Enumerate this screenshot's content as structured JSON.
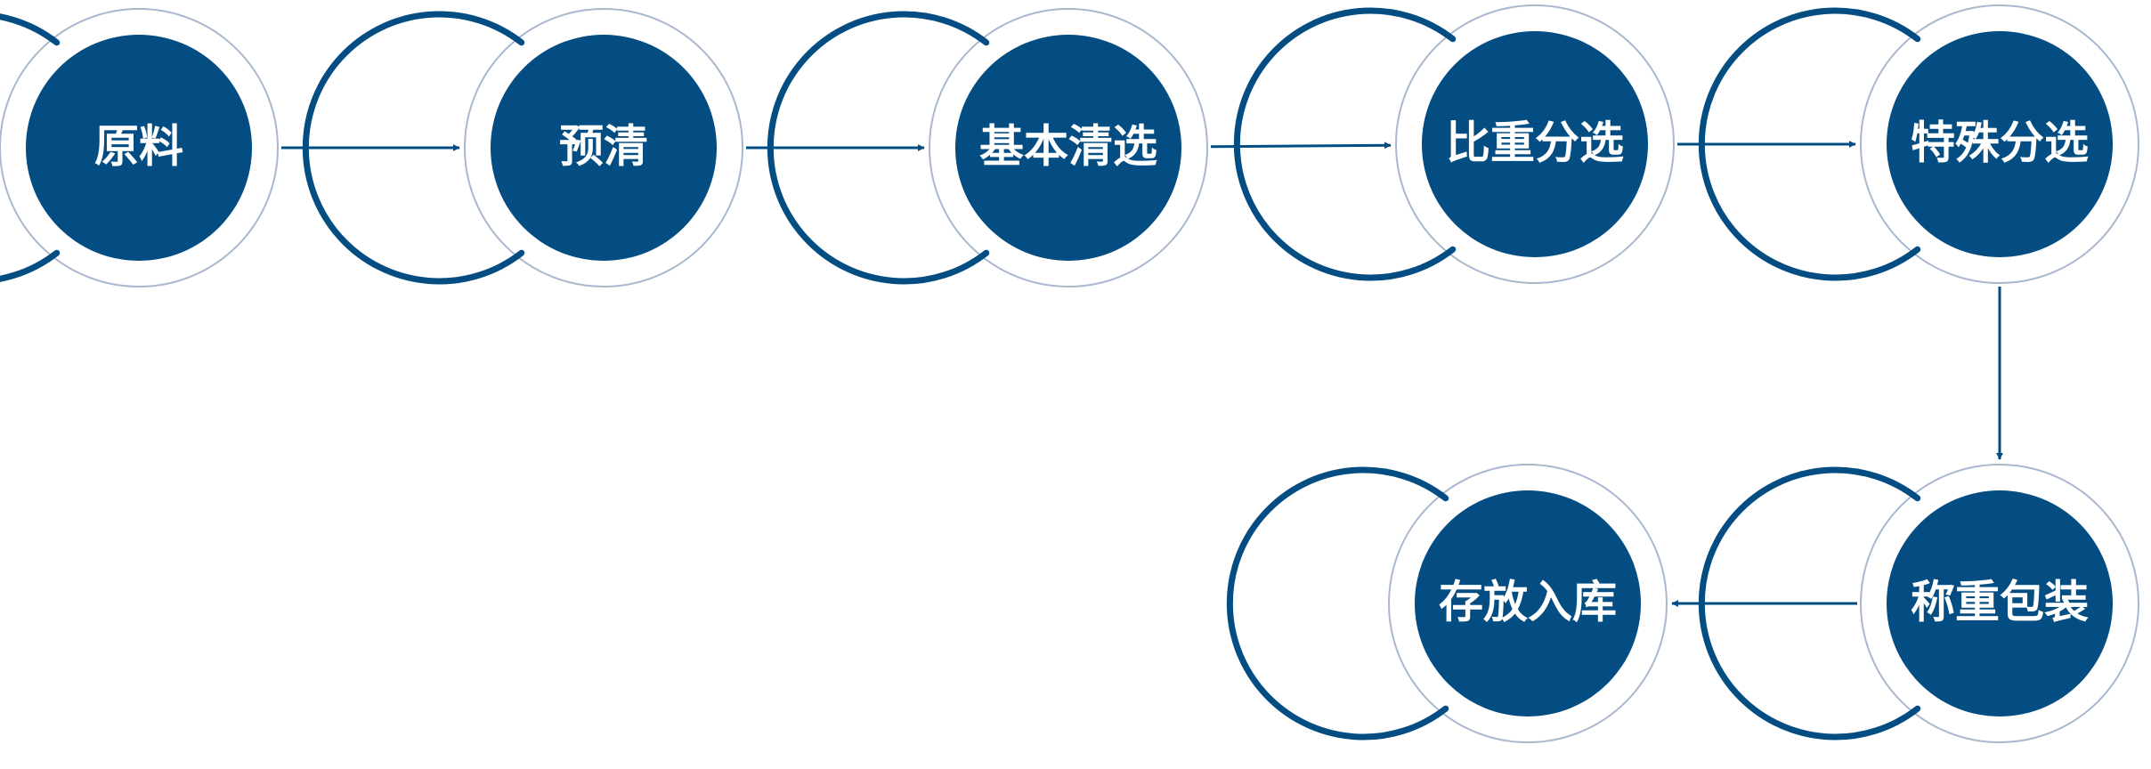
{
  "diagram": {
    "colors": {
      "node_fill": "#034d83",
      "ring_stroke": "#a9b8cf",
      "accent_arc": "#034d83",
      "connector": "#034d83",
      "label": "#ffffff"
    },
    "nodes": [
      {
        "id": "raw-material",
        "label": "原料"
      },
      {
        "id": "pre-cleaning",
        "label": "预清"
      },
      {
        "id": "basic-cleaning",
        "label": "基本清选"
      },
      {
        "id": "gravity-sorting",
        "label": "比重分选"
      },
      {
        "id": "special-sorting",
        "label": "特殊分选"
      },
      {
        "id": "weigh-packaging",
        "label": "称重包装"
      },
      {
        "id": "storage",
        "label": "存放入库"
      }
    ],
    "edges": [
      {
        "from": "raw-material",
        "to": "pre-cleaning"
      },
      {
        "from": "pre-cleaning",
        "to": "basic-cleaning"
      },
      {
        "from": "basic-cleaning",
        "to": "gravity-sorting"
      },
      {
        "from": "gravity-sorting",
        "to": "special-sorting"
      },
      {
        "from": "special-sorting",
        "to": "weigh-packaging"
      },
      {
        "from": "weigh-packaging",
        "to": "storage"
      }
    ]
  }
}
